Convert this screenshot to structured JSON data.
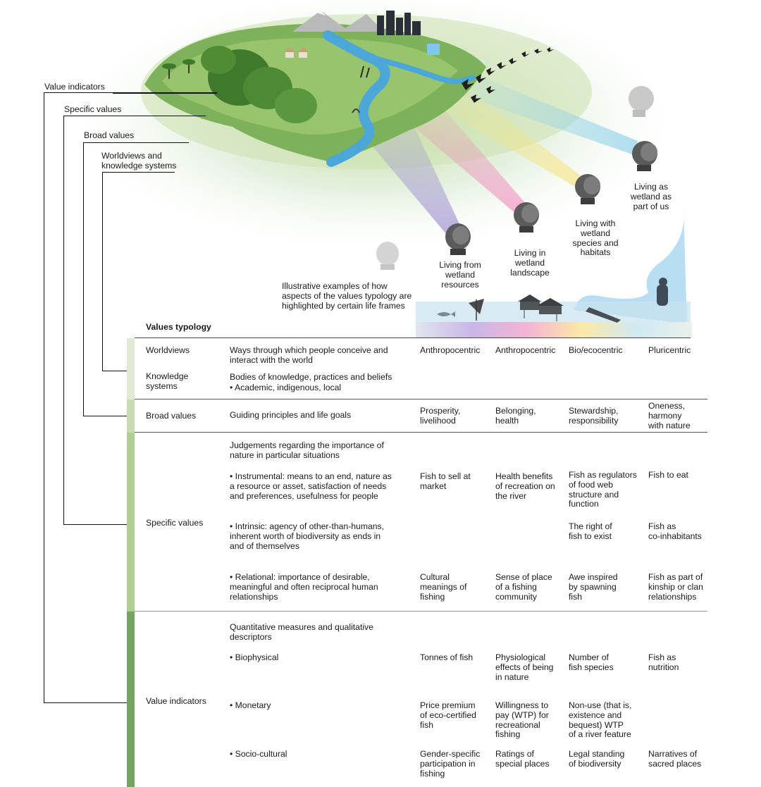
{
  "hierarchy_labels": {
    "value_indicators": "Value indicators",
    "specific_values": "Specific values",
    "broad_values": "Broad values",
    "worldviews_knowledge": "Worldviews and\nknowledge systems"
  },
  "illustration": {
    "caption": "Illustrative examples of how\naspects of the values typology are\nhighlighted by certain life frames",
    "life_frames": [
      "Living from\nwetland\nresources",
      "Living in\nwetland\nlandscape",
      "Living with\nwetland\nspecies and\nhabitats",
      "Living as\nwetland as\npart of us"
    ]
  },
  "table": {
    "title": "Values typology",
    "colors": {
      "band_light": "#dfe8cf",
      "band_mid": "#b9d1a0",
      "band_dark": "#7aa866",
      "band_palest": "#e9efdd"
    },
    "rows": {
      "worldviews": {
        "label": "Worldviews",
        "desc": "Ways through which people conceive and\ninteract with the world",
        "cells": [
          "Anthropocentric",
          "Anthropocentric",
          "Bio/ecocentric",
          "Pluricentric"
        ]
      },
      "knowledge": {
        "label": "Knowledge\nsystems",
        "desc": "Bodies of knowledge, practices and beliefs\n• Academic, indigenous, local"
      },
      "broad": {
        "label": "Broad values",
        "desc": "Guiding principles and life goals",
        "cells": [
          "Prosperity,\nlivelihood",
          "Belonging,\nhealth",
          "Stewardship,\nresponsibility",
          "Oneness,\nharmony\nwith nature"
        ]
      },
      "specific": {
        "label": "Specific values",
        "intro": "Judgements regarding the importance of\nnature in particular situations",
        "instrumental": {
          "desc": "• Instrumental: means to an end, nature as\na resource or asset, satisfaction of needs\nand preferences, usefulness for people",
          "cells": [
            "Fish to sell at\nmarket",
            "Health benefits\nof recreation on\nthe river",
            "Fish as regulators\nof food web\nstructure and\nfunction",
            "Fish to eat"
          ]
        },
        "intrinsic": {
          "desc": "• Intrinsic: agency of other-than-humans,\ninherent worth of biodiversity as ends in\nand of themselves",
          "cells": [
            "",
            "",
            "The right of\nfish to exist",
            "Fish as\nco-inhabitants"
          ]
        },
        "relational": {
          "desc": "• Relational: importance of desirable,\nmeaningful and often reciprocal human\nrelationships",
          "cells": [
            "Cultural\nmeanings of\nfishing",
            "Sense of place\nof a fishing\ncommunity",
            "Awe inspired\nby spawning\nfish",
            "Fish as part of\nkinship or clan\nrelationships"
          ]
        }
      },
      "indicators": {
        "label": "Value indicators",
        "intro": "Quantitative measures and qualitative\ndescriptors",
        "biophysical": {
          "desc": "• Biophysical",
          "cells": [
            "Tonnes of fish",
            "Physiological\neffects of being\nin nature",
            "Number of\nfish species",
            "Fish as\nnutrition"
          ]
        },
        "monetary": {
          "desc": "• Monetary",
          "cells": [
            "Price premium\nof eco-certified\nfish",
            "Willingness to\npay (WTP) for\nrecreational\nfishing",
            "Non-use (that is,\nexistence and\nbequest) WTP\nof a river feature",
            ""
          ]
        },
        "sociocultural": {
          "desc": "• Socio-cultural",
          "cells": [
            "Gender-specific\nparticipation in\nfishing",
            "Ratings of\nspecial places",
            "Legal standing\nof biodiversity",
            "Narratives of\nsacred places"
          ]
        }
      }
    }
  }
}
